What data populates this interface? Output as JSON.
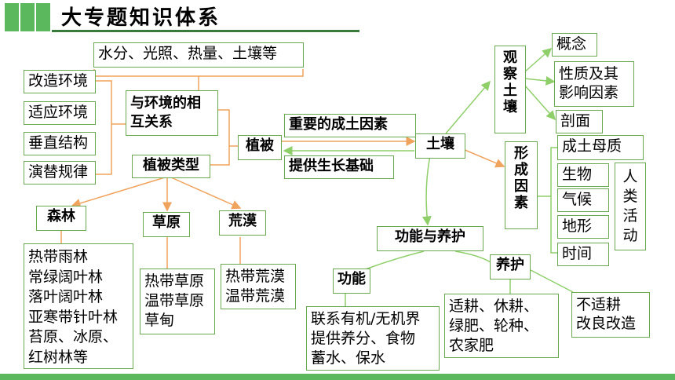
{
  "header": {
    "title": "大专题知识体系"
  },
  "colors": {
    "accent_green": "#5cb85c",
    "box_border": "#6aa84f",
    "arrow_orange": "#f0a35c",
    "arrow_green": "#8fcf6a"
  },
  "nodes": {
    "factors": "水分、光照、热量、土壤等",
    "gaizao": "改造环境",
    "shiying": "适应环境",
    "chuizhi": "垂直结构",
    "yanti": "演替规律",
    "relation": "与环境的相\n互关系",
    "vegtype": "植被类型",
    "zhibei": "植被",
    "zhongyao": "重要的成土因素",
    "tigong": "提供生长基础",
    "turang": "土壤",
    "guancha": "观\n察\n土\n壤",
    "gainian": "概念",
    "xingzhi": "性质及其\n影响因素",
    "poumian": "剖面",
    "xingcheng": "形\n成\n因\n素",
    "chengtu": "成土母质",
    "shengwu": "生物",
    "qihou": "气候",
    "dixing": "地形",
    "shijian": "时间",
    "renlei": "人\n类\n活\n动",
    "gongnengyanghu": "功能与养护",
    "gongneng": "功能",
    "yanghu": "养护",
    "gongneng_detail": "联系有机/无机界\n提供养分、食物\n蓄水、保水",
    "yanghu_detail": "适耕、休耕、\n绿肥、轮种、\n农家肥",
    "buyi": "不适耕\n改良改造",
    "senlin": "森林",
    "caoyuan": "草原",
    "huangmo": "荒漠",
    "senlin_list": "热带雨林\n常绿阔叶林\n落叶阔叶林\n亚寒带针叶林\n苔原、冰原、\n红树林等",
    "caoyuan_list": "热带草原\n温带草原\n草甸",
    "huangmo_list": "热带荒漠\n温带荒漠"
  }
}
